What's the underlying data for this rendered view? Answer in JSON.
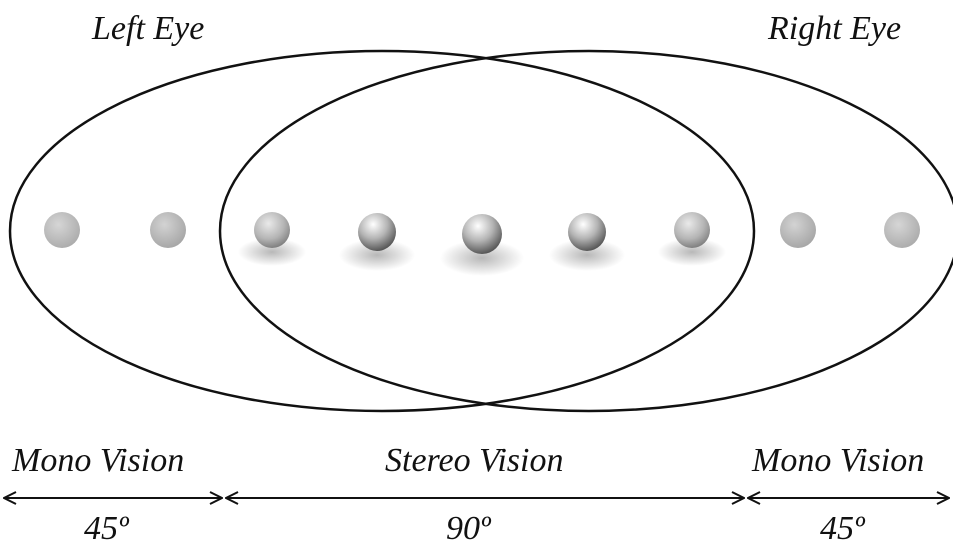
{
  "labels": {
    "left_eye": "Left Eye",
    "right_eye": "Right Eye",
    "mono_left": "Mono Vision",
    "stereo": "Stereo Vision",
    "mono_right": "Mono Vision",
    "angle_left": "45º",
    "angle_center": "90º",
    "angle_right": "45º"
  },
  "colors": {
    "outline": "#111111",
    "sphere_far": "#9a9a9a",
    "sphere_near": "#6e6e6e"
  }
}
